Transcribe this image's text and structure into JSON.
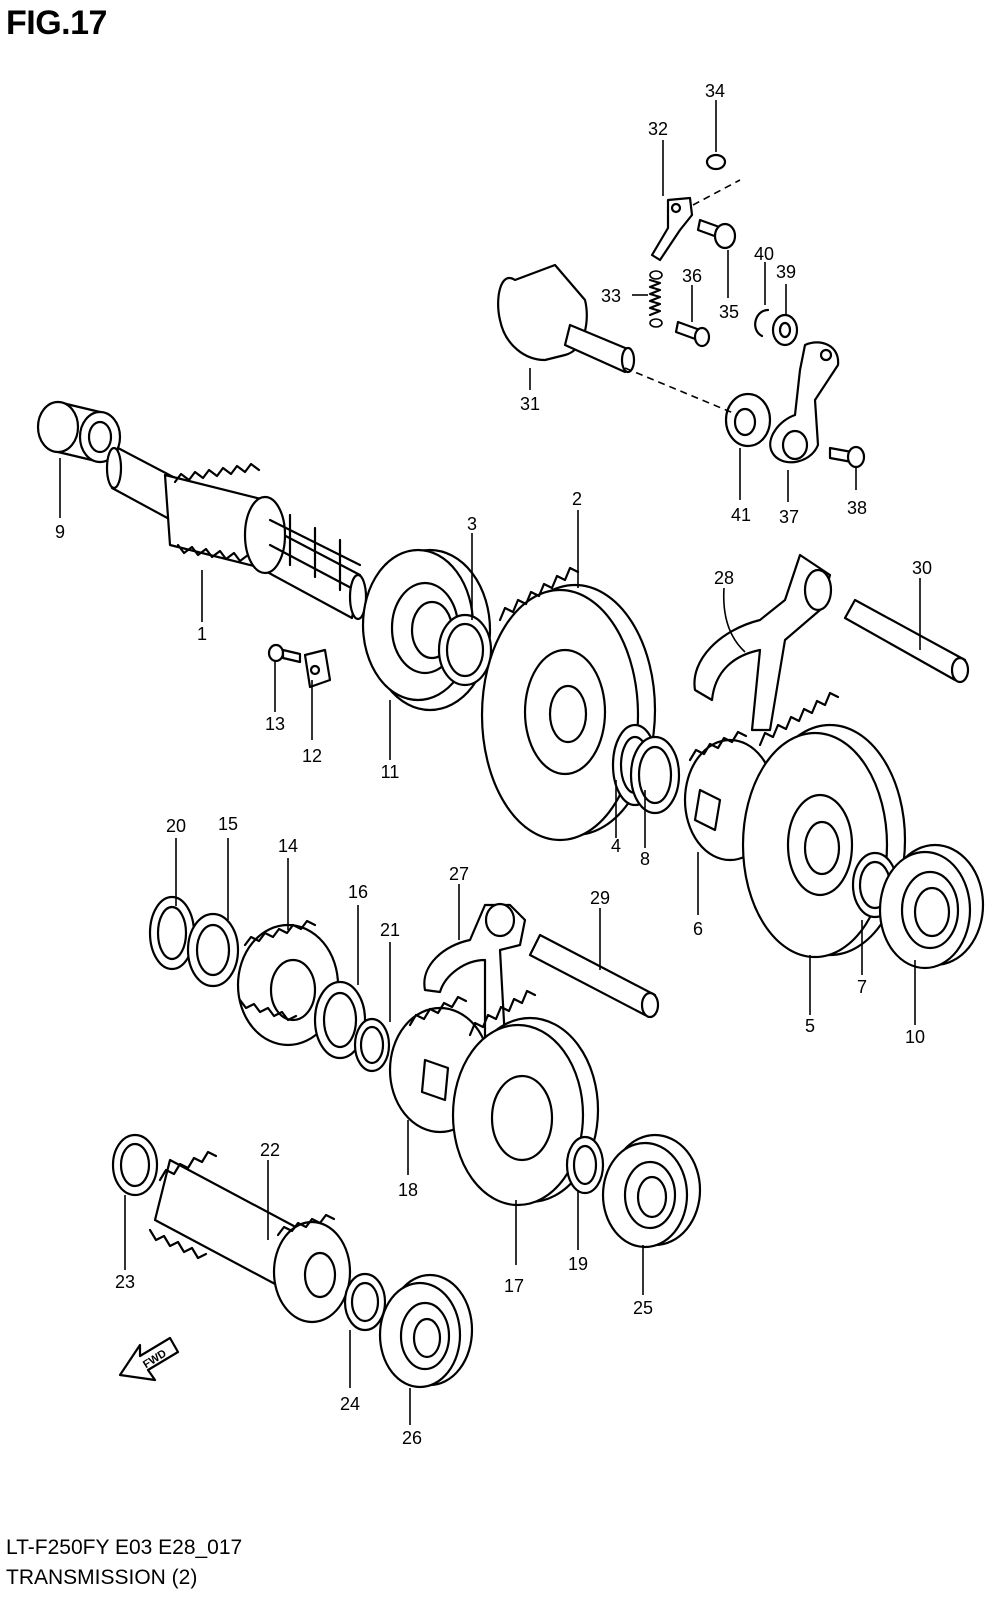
{
  "figure": {
    "title": "FIG.17",
    "code": "LT-F250FY E03 E28_017",
    "name": "TRANSMISSION (2)"
  },
  "direction_indicator": "FWD",
  "callouts": [
    "1",
    "2",
    "3",
    "4",
    "5",
    "6",
    "7",
    "8",
    "9",
    "10",
    "11",
    "12",
    "13",
    "14",
    "15",
    "16",
    "17",
    "18",
    "19",
    "20",
    "21",
    "22",
    "23",
    "24",
    "25",
    "26",
    "27",
    "28",
    "29",
    "30",
    "31",
    "32",
    "33",
    "34",
    "35",
    "36",
    "37",
    "38",
    "39",
    "40",
    "41"
  ]
}
